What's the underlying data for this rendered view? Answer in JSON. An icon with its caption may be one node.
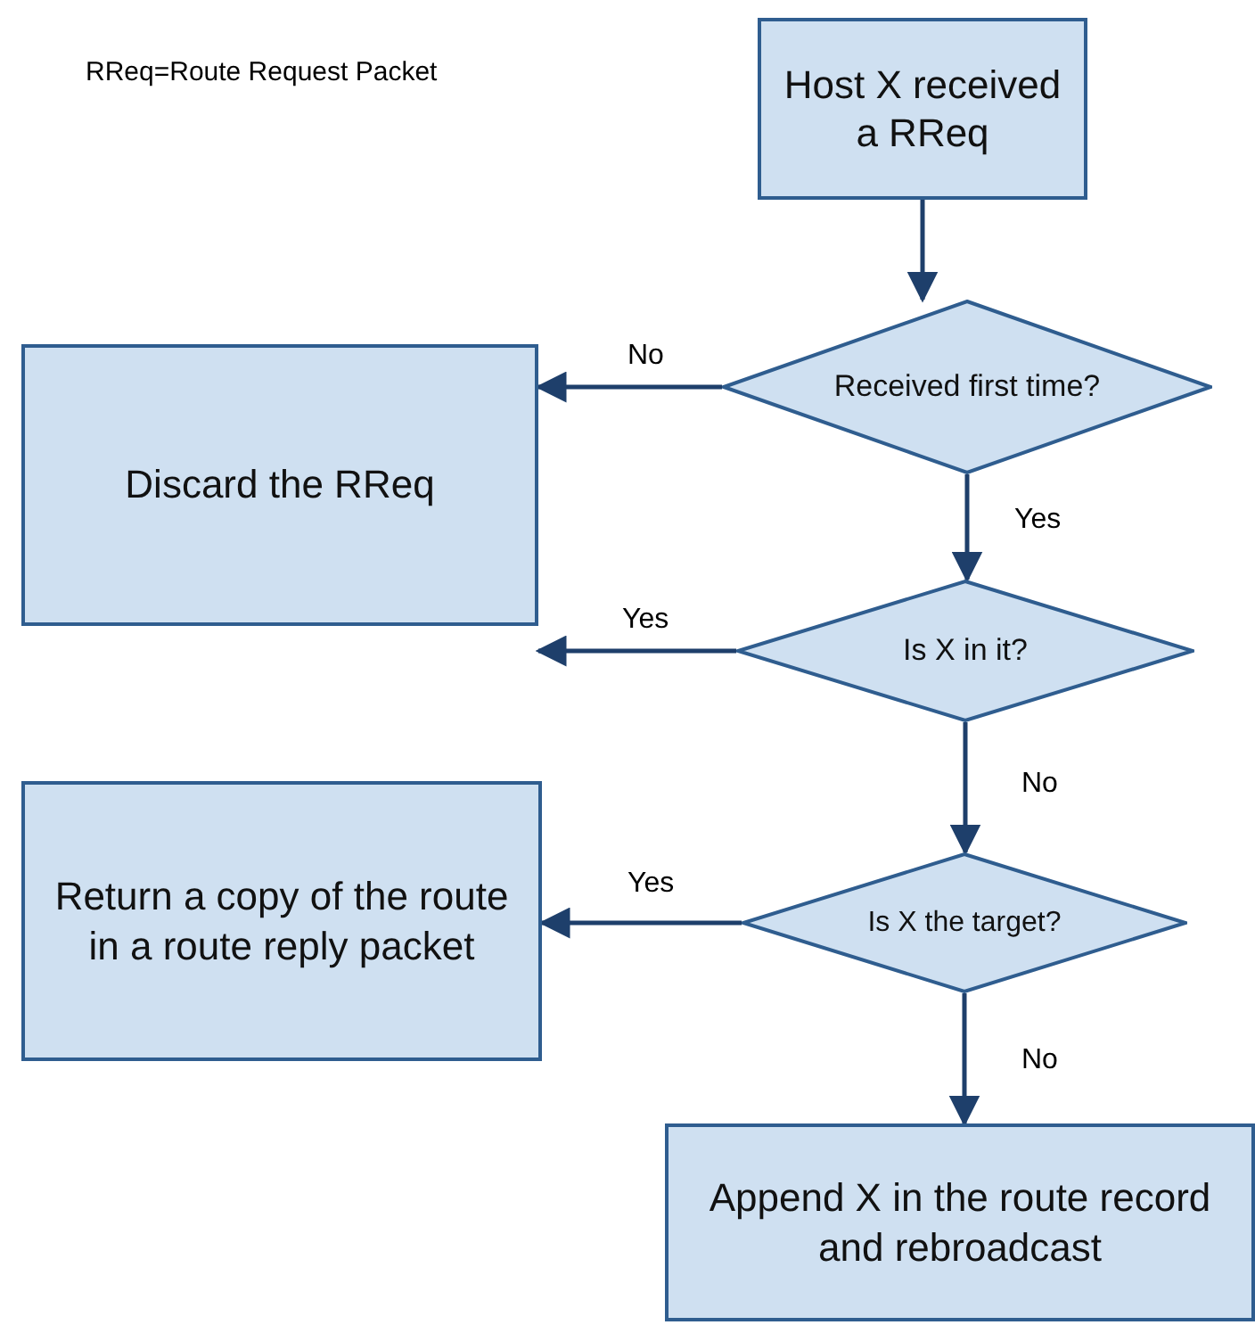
{
  "diagram": {
    "nodes": [
      {
        "text": [
          "Host X received a RReq"
        ]
      },
      {
        "text": [
          "Received first time?"
        ]
      },
      {
        "text": [
          "Discard the RReq"
        ]
      },
      {
        "text": [
          "Is X in it?"
        ]
      },
      {
        "text": [
          "Return a copy of the route in a route reply packet"
        ]
      },
      {
        "text": [
          "Is X the target?"
        ]
      },
      {
        "text": [
          "Append X in the route record and rebroadcast"
        ]
      }
    ],
    "edges": [
      {
        "from": 0,
        "to": 1,
        "arrow": "to"
      },
      {
        "from": 1,
        "to": 2,
        "arrow": "to",
        "label": "No"
      },
      {
        "from": 1,
        "to": 3,
        "arrow": "to",
        "label": "Yes"
      },
      {
        "from": 3,
        "to": 2,
        "arrow": "to",
        "label": "Yes"
      },
      {
        "from": 3,
        "to": 5,
        "arrow": "to",
        "label": "No"
      },
      {
        "from": 5,
        "to": 4,
        "arrow": "to",
        "label": "Yes"
      },
      {
        "from": 5,
        "to": 6,
        "arrow": "to",
        "label": "No"
      }
    ],
    "labels": [
      "RReq=Route Request Packet"
    ]
  }
}
